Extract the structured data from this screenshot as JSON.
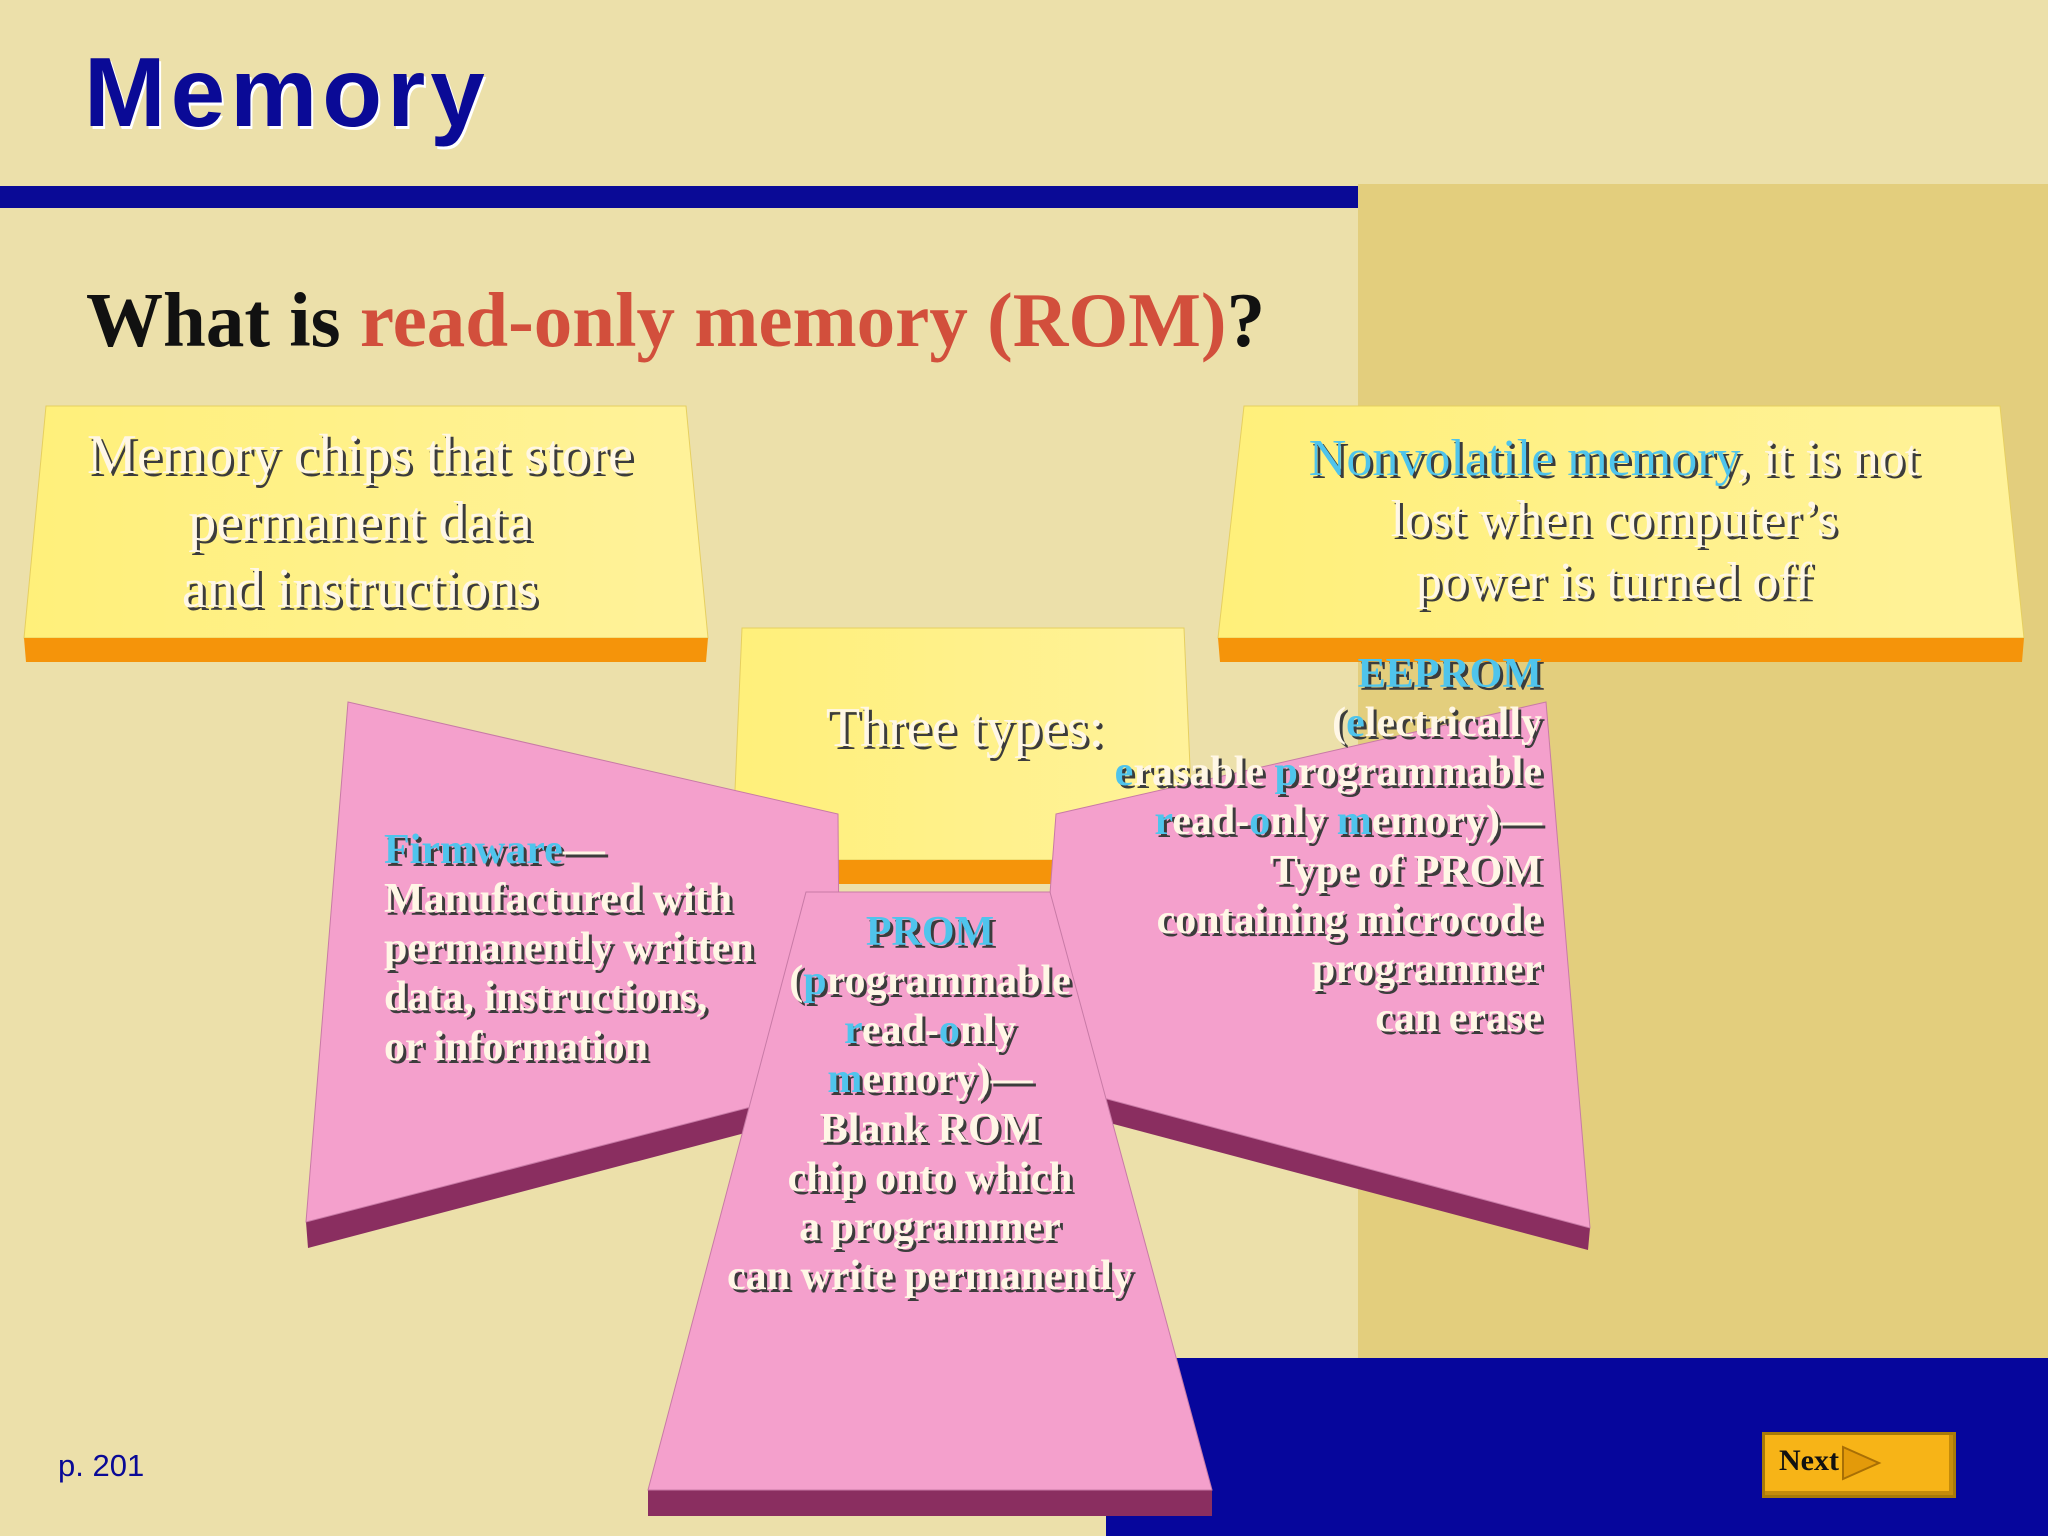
{
  "slide": {
    "title": "Memory",
    "question_prefix": "What is ",
    "question_highlight": "read-only memory (ROM)",
    "question_suffix": "?",
    "page_ref": "p. 201",
    "next_label": "Next"
  },
  "boxes": {
    "definition": {
      "line1": "Memory chips that store",
      "line2": "permanent data",
      "line3": "and instructions"
    },
    "nonvolatile": {
      "highlight": "Nonvolatile memory",
      "rest1": ", it is not",
      "line2": "lost when computer’s",
      "line3": "power is turned off"
    },
    "types": {
      "label": "Three types:"
    }
  },
  "types": {
    "firmware": {
      "term": "Firmware",
      "dash": "—",
      "lines": [
        "Manufactured with",
        "permanently written",
        "data, instructions,",
        "or information"
      ]
    },
    "prom": {
      "term": "PROM",
      "open": "(",
      "p": "p",
      "rogrammable": "rogrammable",
      "r": "r",
      "ead_dash": "ead-",
      "o": "o",
      "nly": "nly",
      "m": "m",
      "emory_dash": "emory)—",
      "lines": [
        "Blank ROM",
        "chip onto which",
        "a programmer",
        "can write permanently"
      ]
    },
    "eeprom": {
      "term": "EEPROM",
      "open": "(",
      "e1": "e",
      "lectrically": "lectrically",
      "e2": "e",
      "rasable": "rasable ",
      "p": "p",
      "rogrammable": "rogrammable",
      "r": "r",
      "ead_dash": "ead-",
      "o": "o",
      "nly": "nly ",
      "m": "m",
      "emory_dash": "emory)—",
      "lines": [
        "Type of PROM",
        "containing microcode",
        "programmer",
        "can erase"
      ]
    }
  },
  "colors": {
    "background": "#ece0aa",
    "accent_blue": "#0a0a96",
    "title_red": "#d24f3c",
    "yellow_box": "#fff27a",
    "orange_edge": "#f5940a",
    "pink_panel": "#f4a0cc",
    "maroon_edge": "#8a2e60",
    "highlight_cyan": "#4fc4ec"
  }
}
